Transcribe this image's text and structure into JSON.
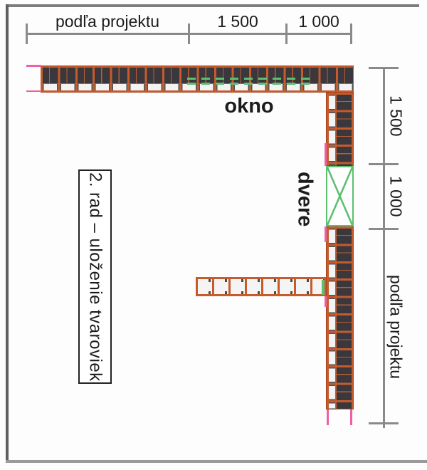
{
  "diagram": {
    "caption": {
      "text": "2. rad – uloženie tvaroviek"
    },
    "openings": {
      "window_label": "okno",
      "door_label": "dvere"
    },
    "dimensions": {
      "top": {
        "labels": [
          "podľa projektu",
          "1 500",
          "1 000"
        ]
      },
      "right": {
        "labels": [
          "1 500",
          "1 000",
          "podľa projektu"
        ]
      }
    },
    "colors": {
      "block_orange": "#c65b2c",
      "block_core_dark": "#3a383d",
      "opening_green": "#5bc070",
      "guide_pink": "#ee5fa5",
      "dimension_gray": "#8a8a8a",
      "text_black": "#1c1c1c"
    }
  }
}
